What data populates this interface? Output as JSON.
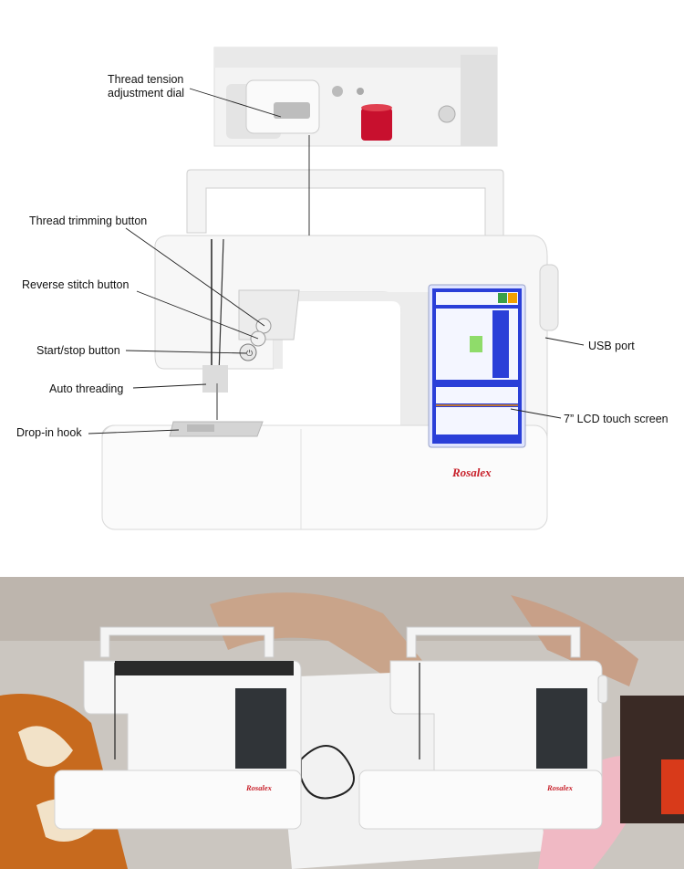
{
  "callouts": {
    "thread_tension_line1": "Thread tension",
    "thread_tension_line2": "adjustment dial",
    "thread_trimming": "Thread trimming button",
    "reverse_stitch": "Reverse stitch button",
    "start_stop": "Start/stop button",
    "auto_threading": "Auto threading",
    "drop_in_hook": "Drop-in hook",
    "usb_port": "USB port",
    "lcd_screen": "7” LCD touch screen"
  },
  "brand": {
    "name": "Rosalex",
    "color": "#c8202a"
  },
  "colors": {
    "screen_blue": "#2a3fd8",
    "spool_red": "#c8102e"
  }
}
